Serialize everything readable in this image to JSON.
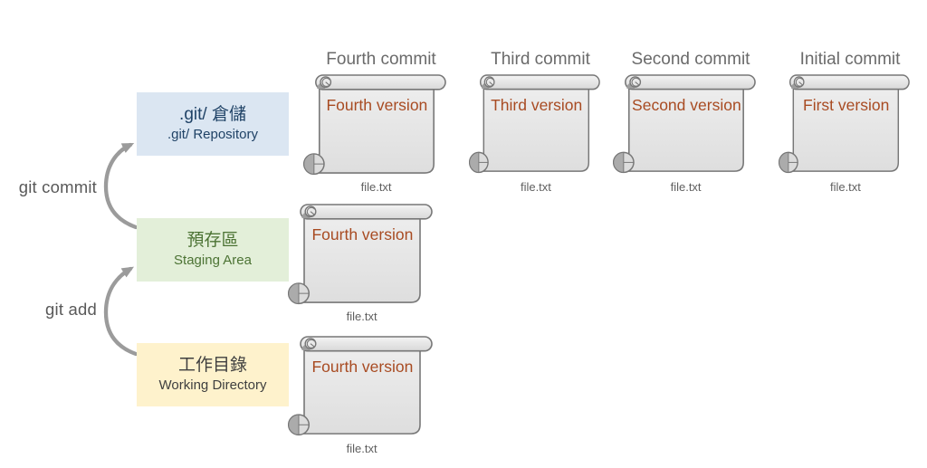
{
  "diagram": {
    "arrows": [
      {
        "label": "git commit"
      },
      {
        "label": "git add"
      }
    ],
    "areas": [
      {
        "name_zh": ".git/ 倉儲",
        "name_en": ".git/ Repository"
      },
      {
        "name_zh": "預存區",
        "name_en": "Staging Area"
      },
      {
        "name_zh": "工作目錄",
        "name_en": "Working Directory"
      }
    ],
    "commit_columns": [
      {
        "title": "Fourth commit",
        "version": "Fourth version",
        "file": "file.txt"
      },
      {
        "title": "Third commit",
        "version": "Third version",
        "file": "file.txt"
      },
      {
        "title": "Second commit",
        "version": "Second version",
        "file": "file.txt"
      },
      {
        "title": "Initial commit",
        "version": "First version",
        "file": "file.txt"
      }
    ],
    "local_scrolls": [
      {
        "area": "staging-area",
        "version": "Fourth version",
        "file": "file.txt"
      },
      {
        "area": "working-directory",
        "version": "Fourth version",
        "file": "file.txt"
      }
    ],
    "colors": {
      "repository_bg": "#dbe6f2",
      "repository_text": "#1f4266",
      "staging_bg": "#e3efd9",
      "staging_text": "#4c7334",
      "working_bg": "#fef2cc",
      "working_text": "#3f3f3f",
      "version_text": "#a84b22",
      "heading_text": "#6a6a6a",
      "command_text": "#595959",
      "scroll_fill": "#e9e9e9",
      "scroll_stroke": "#777777",
      "arrow": "#9b9b9b"
    }
  }
}
